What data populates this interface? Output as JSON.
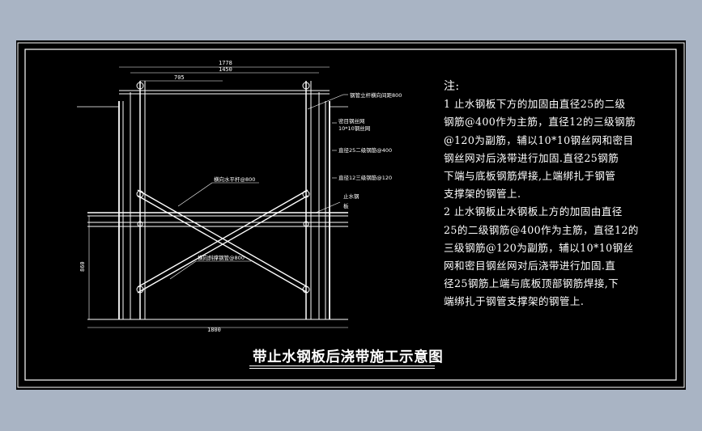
{
  "caption": "带止水钢板后浇带施工示意图",
  "dimensions": {
    "top_outer": "1778",
    "top_inner": "1450",
    "top_partial": "705",
    "bottom": "1800",
    "left_height": "860"
  },
  "callouts": {
    "pipe_vertical_bar": "钢管立杆横向间距800",
    "mesh": "密目钢丝网",
    "wire_mesh": "10*10钢丝网",
    "rebar_25": "直径25二级钢筋@400",
    "rebar_12": "直径12三级钢筋@120",
    "horizontal_bar": "横向水平杆@800",
    "waterstop_1": "止水钢",
    "waterstop_2": "板",
    "diagonal_brace": "横向斜撑钢管@800"
  },
  "notes": {
    "heading": "注:",
    "lines": [
      "1 止水钢板下方的加固由直径25的二级",
      "钢筋@400作为主筋，直径12的三级钢筋",
      "@120为副筋，辅以10*10钢丝网和密目",
      "钢丝网对后浇带进行加固.直径25钢筋",
      "下端与底板钢筋焊接,上端绑扎于钢管",
      "支撑架的钢管上.",
      "2 止水钢板止水钢板上方的加固由直径",
      "25的二级钢筋@400作为主筋，直径12的",
      "三级钢筋@120为副筋，辅以10*10钢丝",
      "网和密目钢丝网对后浇带进行加固.直",
      "径25钢筋上端与底板顶部钢筋焊接,下",
      "端绑扎于钢管支撑架的钢管上."
    ]
  },
  "colors": {
    "frame": "#ffffff",
    "structure": "#ffffff",
    "leader": "#ffffff"
  }
}
